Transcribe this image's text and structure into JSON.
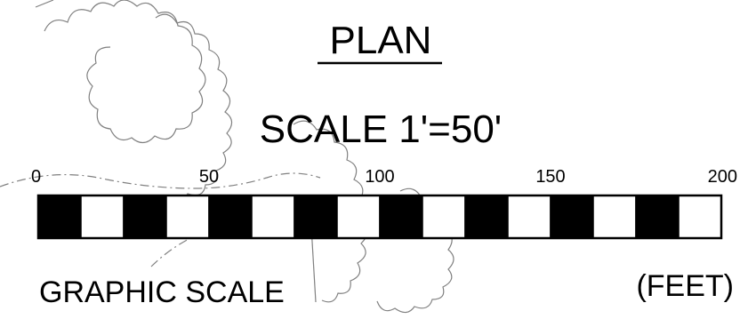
{
  "title": "PLAN",
  "scale_label": "SCALE 1'=50'",
  "graphic_scale_label": "GRAPHIC SCALE",
  "units_label": "(FEET)",
  "scale_bar": {
    "tick_labels": [
      "0",
      "50",
      "100",
      "150",
      "200"
    ],
    "segment_count": 16,
    "segment_fills": [
      "black",
      "white",
      "black",
      "white",
      "black",
      "white",
      "black",
      "white",
      "black",
      "white",
      "black",
      "white",
      "black",
      "white",
      "black",
      "white"
    ]
  },
  "colors": {
    "ink": "#000000",
    "background": "#ffffff",
    "background_lines": "#808080"
  }
}
